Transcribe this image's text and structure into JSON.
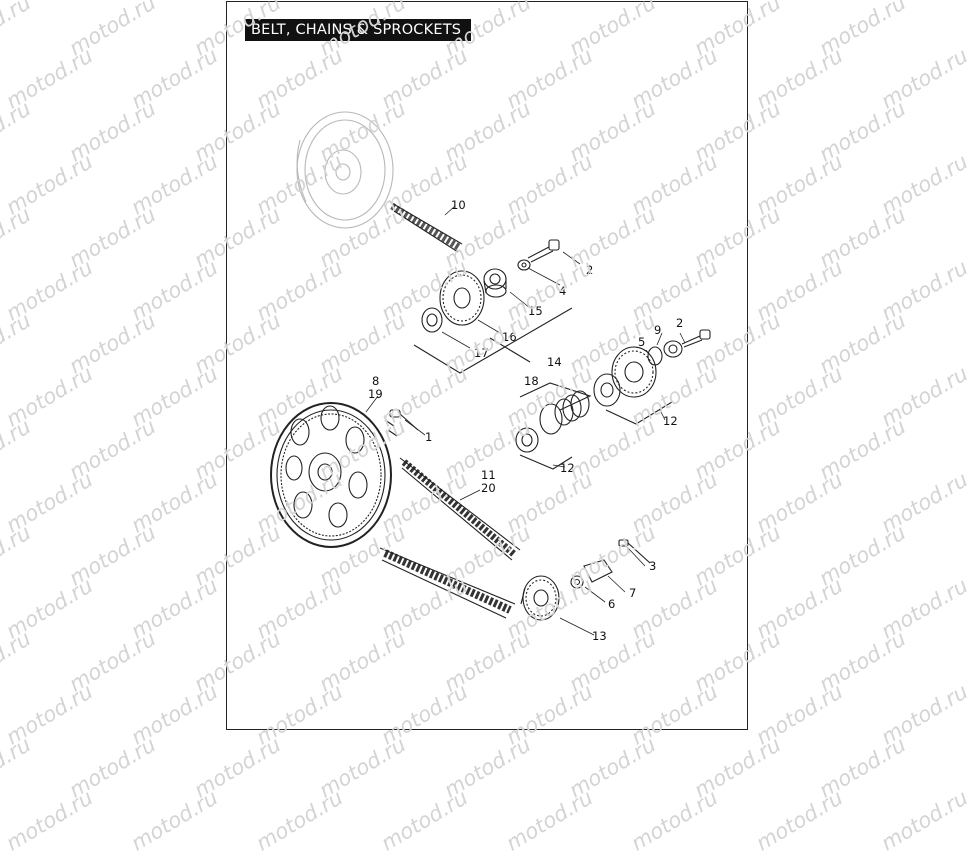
{
  "title": "BELT, CHAINS & SPROCKETS",
  "watermark_text": "motod.ru",
  "callouts": [
    {
      "id": "c10",
      "text": "10"
    },
    {
      "id": "c2a",
      "text": "2"
    },
    {
      "id": "c4",
      "text": "4"
    },
    {
      "id": "c15",
      "text": "15"
    },
    {
      "id": "c16",
      "text": "16"
    },
    {
      "id": "c17",
      "text": "17"
    },
    {
      "id": "c14",
      "text": "14"
    },
    {
      "id": "c9",
      "text": "9"
    },
    {
      "id": "c2b",
      "text": "2"
    },
    {
      "id": "c5",
      "text": "5"
    },
    {
      "id": "c18",
      "text": "18"
    },
    {
      "id": "c8",
      "text": "8"
    },
    {
      "id": "c19",
      "text": "19"
    },
    {
      "id": "c1",
      "text": "1"
    },
    {
      "id": "c12a",
      "text": "12"
    },
    {
      "id": "c12b",
      "text": "12"
    },
    {
      "id": "c11",
      "text": "11"
    },
    {
      "id": "c20",
      "text": "20"
    },
    {
      "id": "c3",
      "text": "3"
    },
    {
      "id": "c7",
      "text": "7"
    },
    {
      "id": "c6",
      "text": "6"
    },
    {
      "id": "c13",
      "text": "13"
    }
  ]
}
